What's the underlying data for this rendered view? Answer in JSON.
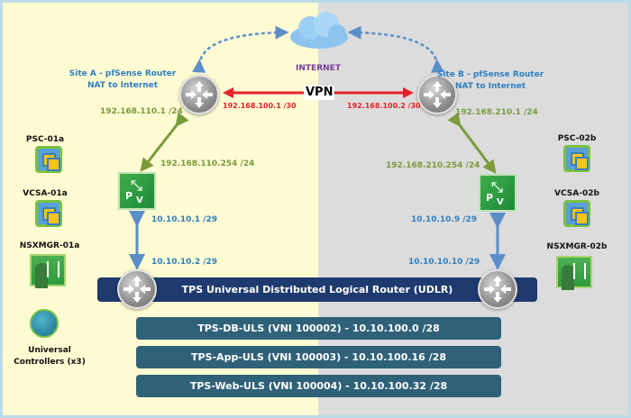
{
  "internet": {
    "label": "INTERNET",
    "vpn_label": "VPN"
  },
  "site_a": {
    "title": "Site A - pfSense Router",
    "subtitle": "NAT to Internet",
    "wan_ip": "192.168.100.1 /30",
    "lan_ip": "192.168.110.1 /24",
    "edge_uplink_ip": "192.168.110.254 /24",
    "edge_transit_ip": "10.10.10.1 /29",
    "udlr_ip": "10.10.10.2 /29"
  },
  "site_b": {
    "title": "Site B - pfSense Router",
    "subtitle": "NAT to Internet",
    "wan_ip": "192.168.100.2 /30",
    "lan_ip": "192.168.210.1 /24",
    "edge_uplink_ip": "192.168.210.254 /24",
    "edge_transit_ip": "10.10.10.9 /29",
    "udlr_ip": "10.10.10.10 /29"
  },
  "left_components": {
    "psc": "PSC-01a",
    "vcsa": "VCSA-01a",
    "nsxmgr": "NSXMGR-01a",
    "controllers_line1": "Universal",
    "controllers_line2": "Controllers (x3)"
  },
  "right_components": {
    "psc": "PSC-02b",
    "vcsa": "VCSA-02b",
    "nsxmgr": "NSXMGR-02b"
  },
  "udlr": {
    "label": "TPS Universal Distributed Logical Router (UDLR)"
  },
  "segments": [
    {
      "label": "TPS-DB-ULS (VNI 100002) - 10.10.100.0 /28"
    },
    {
      "label": "TPS-App-ULS (VNI 100003) - 10.10.100.16 /28"
    },
    {
      "label": "TPS-Web-ULS (VNI 100004) - 10.10.100.32 /28"
    }
  ],
  "colors": {
    "site_a_bg": "#fdfbd2",
    "site_b_bg": "#dcdcdc",
    "vpn": "#e8202a",
    "lan_link": "#7b9a3c",
    "transit_link": "#5b8ec9",
    "udlr": "#1e3a6e",
    "segment": "#2f6178"
  }
}
